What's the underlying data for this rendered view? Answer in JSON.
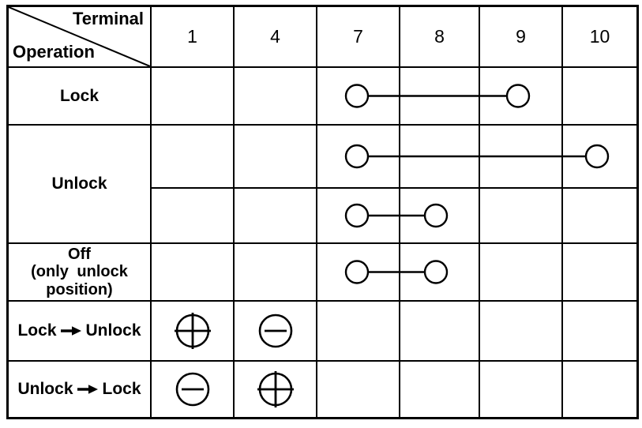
{
  "header": {
    "corner": {
      "top_label": "Terminal",
      "bottom_label": "Operation"
    },
    "terminals": [
      "1",
      "4",
      "7",
      "8",
      "9",
      "10"
    ]
  },
  "rows": {
    "lock": {
      "label": "Lock",
      "connection": {
        "from": "7",
        "to": "9"
      }
    },
    "unlock": {
      "label": "Unlock",
      "connections": [
        {
          "from": "7",
          "to": "10"
        },
        {
          "from": "7",
          "to": "8"
        }
      ]
    },
    "off": {
      "label": "Off\n(only unlock\nposition)",
      "connection": {
        "from": "7",
        "to": "8"
      }
    },
    "lock_to_unlock": {
      "label_from": "Lock",
      "label_to": "Unlock",
      "symbols": {
        "1": "plus",
        "4": "minus"
      }
    },
    "unlock_to_lock": {
      "label_from": "Unlock",
      "label_to": "Lock",
      "symbols": {
        "1": "minus",
        "4": "plus"
      }
    }
  },
  "colors": {
    "line": "#000000",
    "background": "#ffffff"
  }
}
